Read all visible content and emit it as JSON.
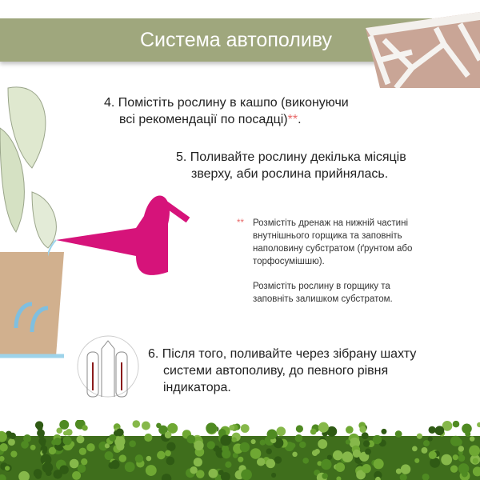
{
  "header": {
    "title": "Система автополиву"
  },
  "steps": [
    {
      "line1": "4. Помістіть рослину в кашпо (виконуючи",
      "line2": "всі рекомендації по посадці)",
      "mark": "**"
    },
    {
      "line1": "5. Поливайте рослину декілька місяців",
      "line2": "зверху, аби рослина прийнялась."
    },
    {
      "line1": "6. Після того, поливайте через зібрану шахту",
      "line2": "системи автополиву, до певного рівня",
      "line3": "індикатора."
    }
  ],
  "note": {
    "mark": "**",
    "p1": [
      "Розмістіть дренаж на нижній частині",
      "внутнішнього горщика та заповніть",
      "наполовину субстратом (ґрунтом або",
      "торфосумішшю)."
    ],
    "p2": [
      "Розмістіть рослину в горщику та",
      "заповніть залишком субстратом."
    ]
  },
  "colors": {
    "banner": "#9fa77d",
    "accent": "#e86a6a",
    "can": "#d6137a"
  }
}
